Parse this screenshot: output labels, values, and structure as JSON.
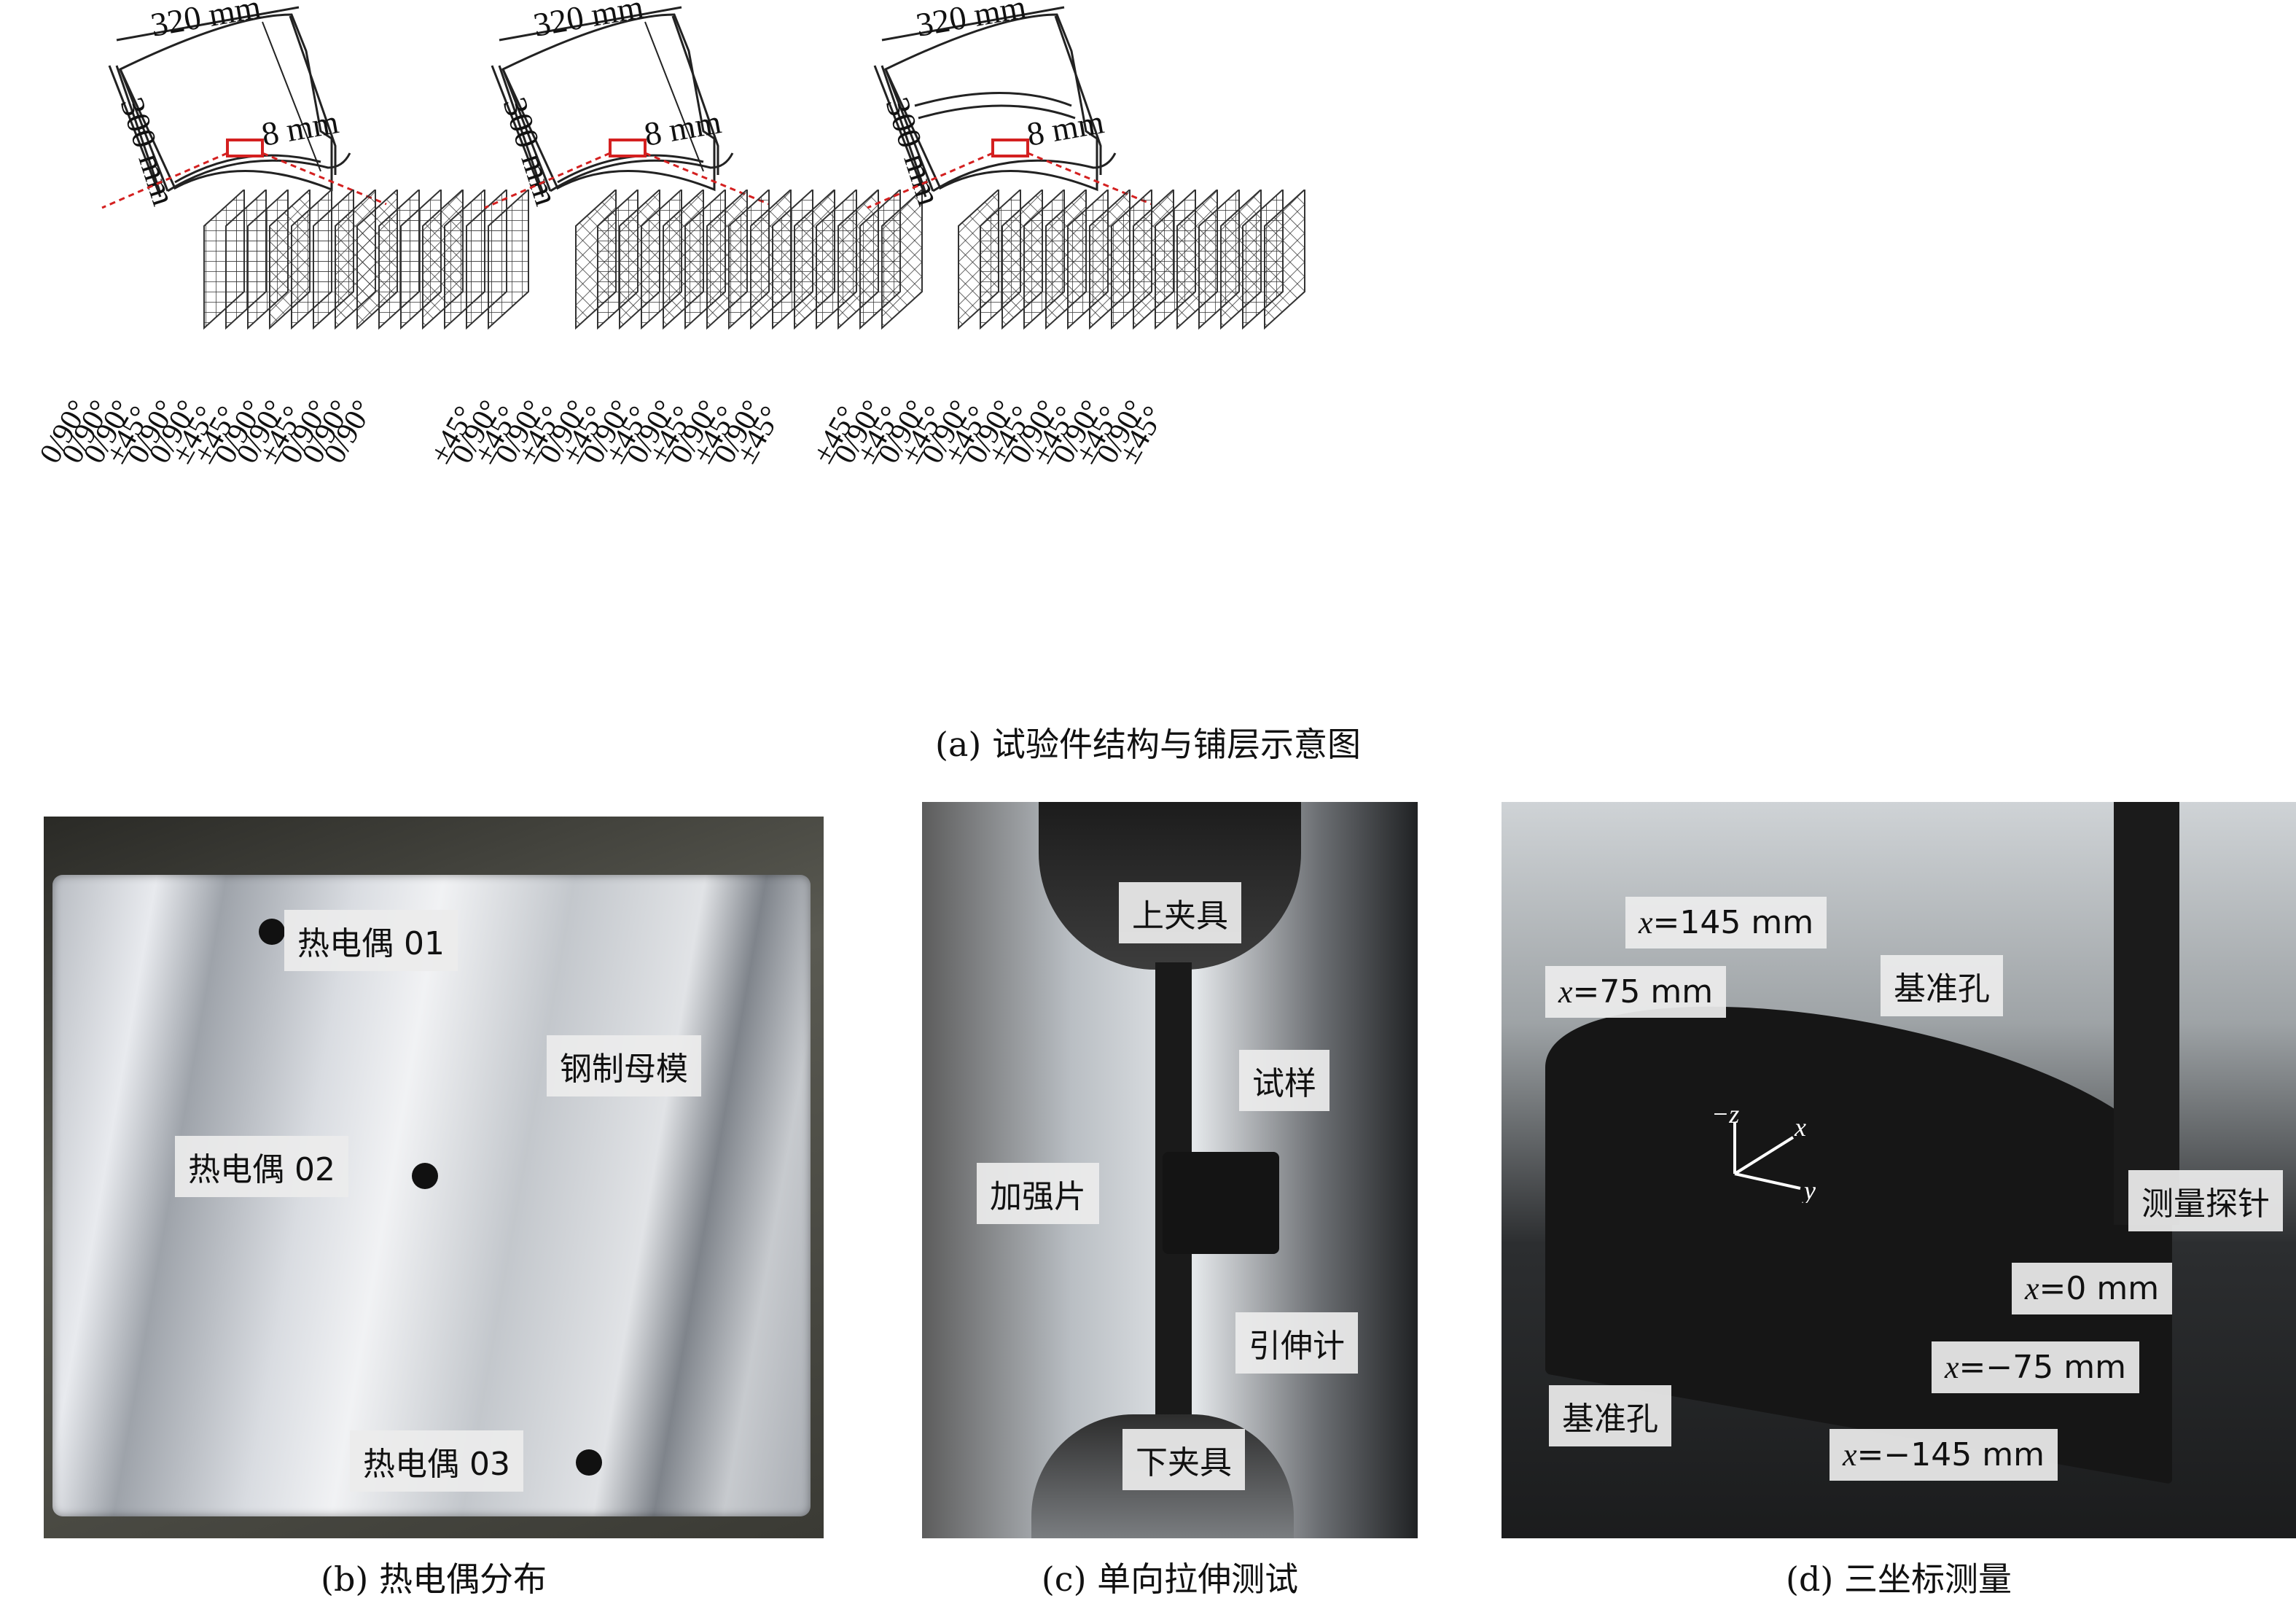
{
  "panel_a": {
    "caption": "(a) 试验件结构与铺层示意图",
    "variants": [
      {
        "dim_width": "320 mm",
        "dim_height": "300 mm",
        "dim_thickness": "8 mm",
        "plies": [
          "0/90°",
          "0/90°",
          "0/90°",
          "±45°",
          "0/90°",
          "0/90°",
          "±45°",
          "±45°",
          "0/90°",
          "0/90°",
          "±45°",
          "0/90°",
          "0/90°",
          "0/90°"
        ]
      },
      {
        "dim_width": "320 mm",
        "dim_height": "300 mm",
        "dim_thickness": "8 mm",
        "plies": [
          "±45°",
          "0/90°",
          "±45°",
          "0/90°",
          "±45°",
          "0/90°",
          "±45°",
          "0/90°",
          "±45°",
          "0/90°",
          "±45°",
          "0/90°",
          "±45°",
          "0/90°",
          "±45°"
        ]
      },
      {
        "dim_width": "320 mm",
        "dim_height": "300 mm",
        "dim_thickness": "8 mm",
        "plies": [
          "±45°",
          "0/90°",
          "±45°",
          "0/90°",
          "±45°",
          "0/90°",
          "±45°",
          "0/90°",
          "±45°",
          "0/90°",
          "±45°",
          "0/90°",
          "±45°",
          "0/90°",
          "±45°"
        ]
      }
    ]
  },
  "panel_b": {
    "caption": "(b) 热电偶分布",
    "labels": {
      "tc1": "热电偶 01",
      "tc2": "热电偶 02",
      "tc3": "热电偶 03",
      "mold": "钢制母模"
    }
  },
  "panel_c": {
    "caption": "(c) 单向拉伸测试",
    "labels": {
      "upper": "上夹具",
      "specimen": "试样",
      "tab": "加强片",
      "extensometer": "引伸计",
      "lower": "下夹具"
    }
  },
  "panel_d": {
    "caption": "(d) 三坐标测量",
    "labels": {
      "x145": "=145 mm",
      "x75": "=75 mm",
      "x0": "=0 mm",
      "xm75": "=−75 mm",
      "xm145": "=−145 mm",
      "xvar": "x",
      "ref_hole_1": "基准孔",
      "ref_hole_2": "基准孔",
      "probe": "测量探针",
      "axis_z": "−z",
      "axis_x": "x",
      "axis_y": "y"
    }
  },
  "colors": {
    "accent_red": "#d42020",
    "tag_bg": "#ececec"
  }
}
